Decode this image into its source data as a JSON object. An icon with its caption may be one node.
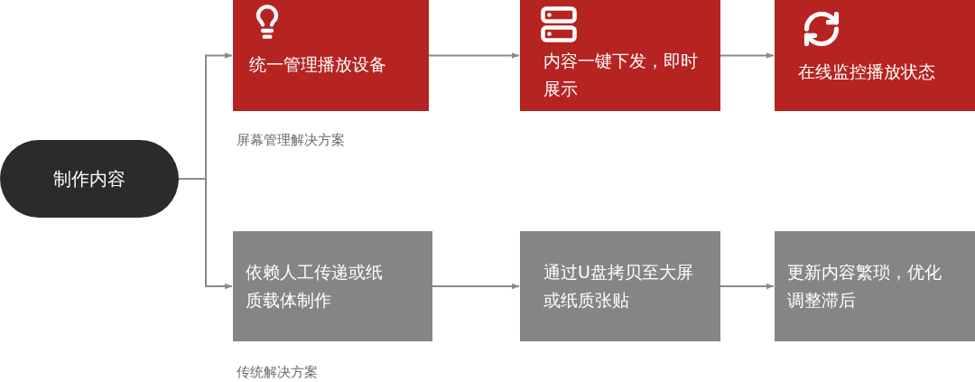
{
  "diagram": {
    "nodes": [
      {
        "text": [
          "制作内容"
        ]
      },
      {
        "text": [
          "统一管理播放设备"
        ]
      },
      {
        "text": [
          "内容一键下发，即时展示"
        ]
      },
      {
        "text": [
          "在线监控播放状态"
        ]
      },
      {
        "text": [
          "依赖人工传递或纸质载体制作"
        ]
      },
      {
        "text": [
          "通过U盘拷贝至大屏或纸质张贴"
        ]
      },
      {
        "text": [
          "更新内容繁琐，优化调整滞后"
        ]
      }
    ],
    "edges": [
      {
        "from": 0,
        "to": 1,
        "arrow": "to"
      },
      {
        "from": 1,
        "to": 2,
        "arrow": "to"
      },
      {
        "from": 2,
        "to": 3,
        "arrow": "to"
      },
      {
        "from": 0,
        "to": 4,
        "arrow": "to"
      },
      {
        "from": 4,
        "to": 5,
        "arrow": "to"
      },
      {
        "from": 5,
        "to": 6,
        "arrow": "to"
      }
    ],
    "labels": [
      "屏幕管理解决方案",
      "传统解决方案"
    ]
  }
}
